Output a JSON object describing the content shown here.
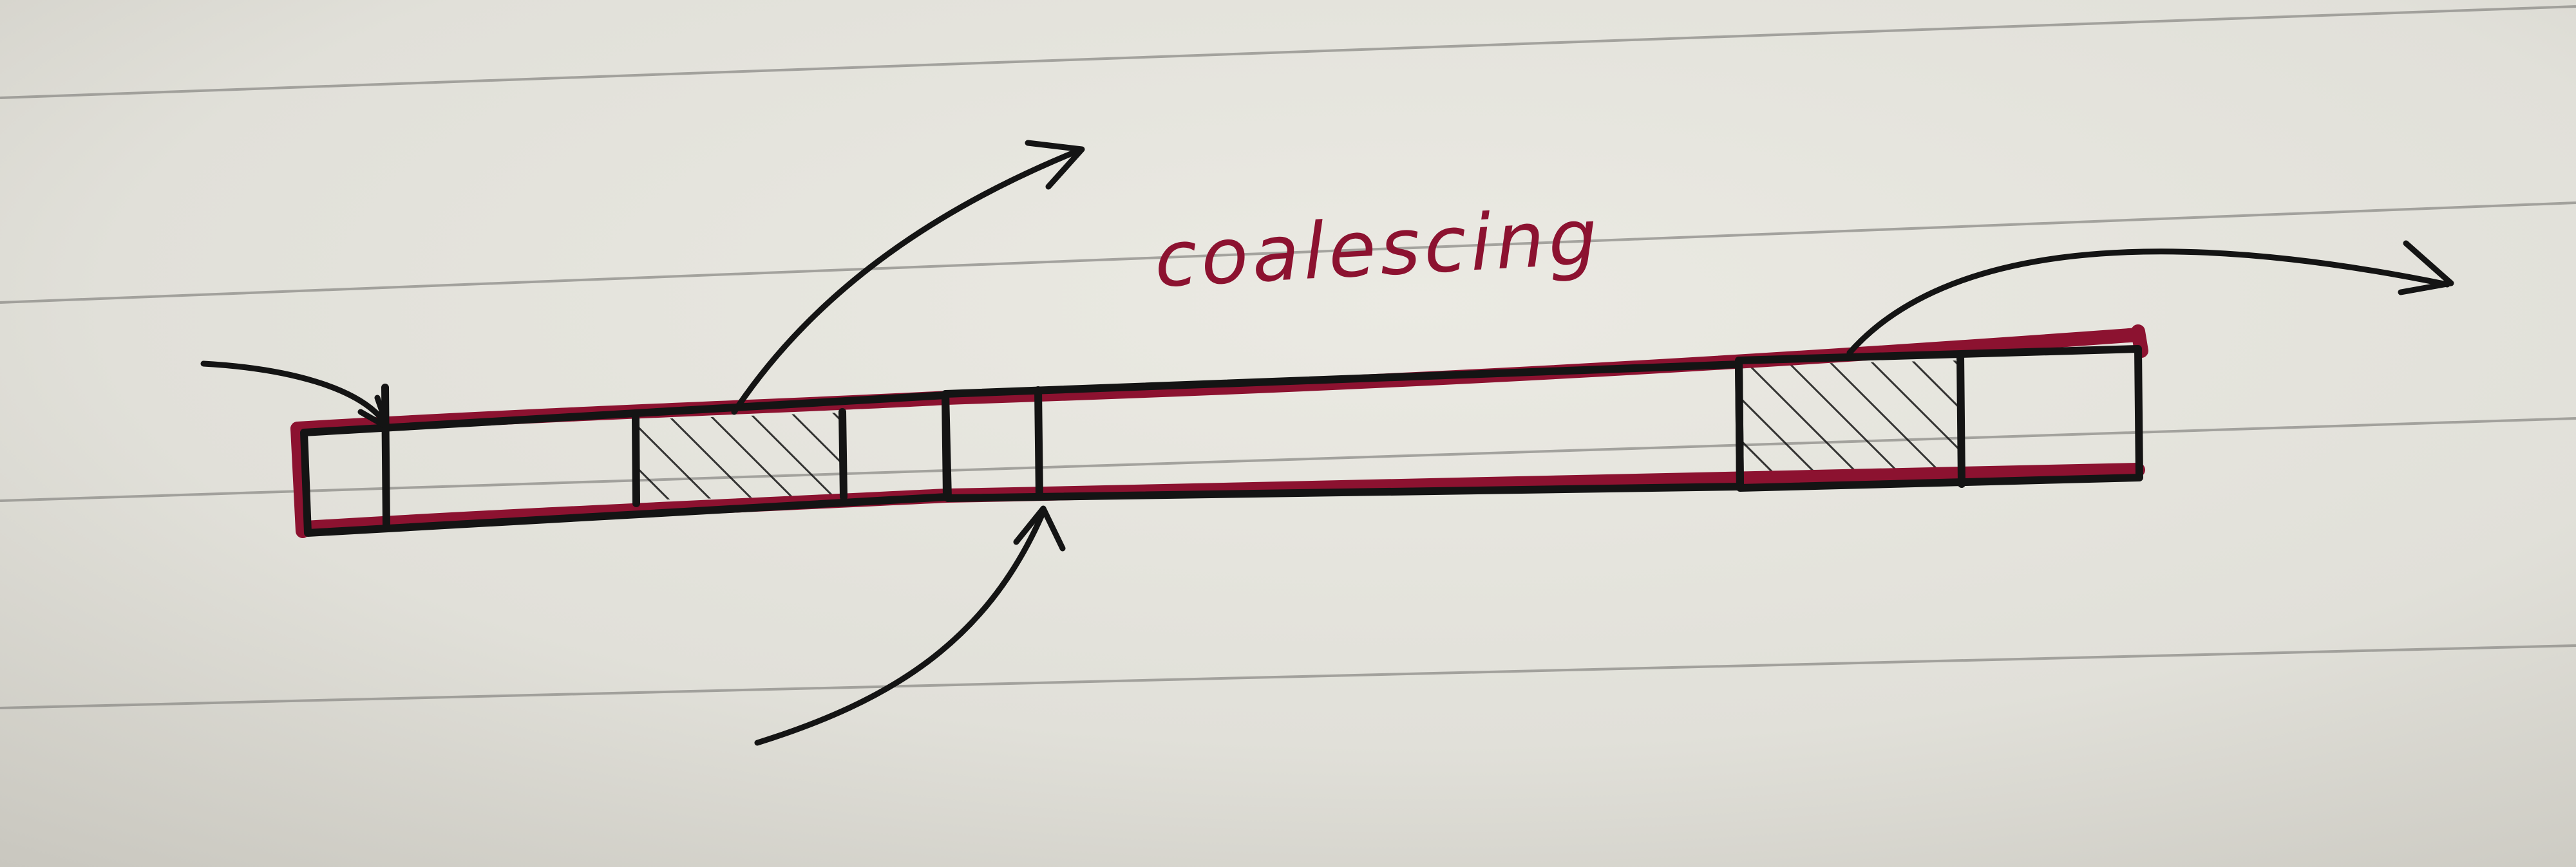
{
  "annotation": {
    "label": "coalescing"
  },
  "colors": {
    "paper": "#e4e3dc",
    "paper_shade": "#cfcdc5",
    "rule_line": "#8d8c88",
    "black_ink": "#141414",
    "red_ink": "#8c1230"
  },
  "diagram": {
    "kind": "hand-drawn memory block strip",
    "segments": [
      {
        "id": "seg-1",
        "state": "free"
      },
      {
        "id": "seg-2",
        "state": "free"
      },
      {
        "id": "seg-3",
        "state": "allocated"
      },
      {
        "id": "seg-4",
        "state": "free"
      },
      {
        "id": "seg-5",
        "state": "free"
      },
      {
        "id": "seg-6",
        "state": "free"
      },
      {
        "id": "seg-7",
        "state": "allocated"
      },
      {
        "id": "seg-8",
        "state": "free"
      }
    ],
    "arrows": [
      {
        "id": "arrow-into-first-boundary",
        "direction": "in"
      },
      {
        "id": "arrow-out-of-block-3",
        "direction": "out"
      },
      {
        "id": "arrow-up-into-boundary",
        "direction": "in"
      },
      {
        "id": "arrow-out-of-block-7",
        "direction": "out"
      }
    ]
  }
}
